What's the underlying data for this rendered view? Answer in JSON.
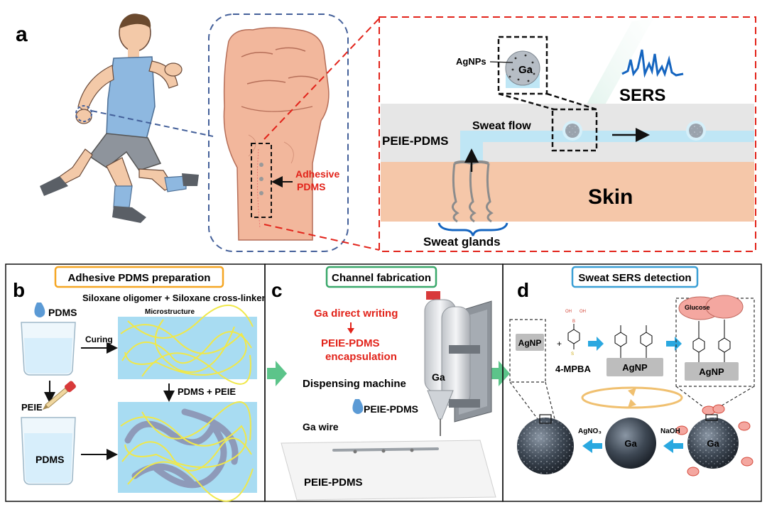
{
  "panel_a": {
    "letter": "a",
    "adhesive_label_1": "Adhesive",
    "adhesive_label_2": "PDMS",
    "agnps_label": "AgNPs",
    "ga_label": "Ga",
    "sers_label": "SERS",
    "peie_pdms_label": "PEIE-PDMS",
    "sweat_flow_label": "Sweat flow",
    "skin_label": "Skin",
    "sweat_glands_label": "Sweat glands"
  },
  "panel_b": {
    "letter": "b",
    "title": "Adhesive PDMS preparation",
    "subtitle": "Siloxane oligomer + Siloxane cross-linker",
    "pdms_drop_label": "PDMS",
    "microstructure_label": "Microstructure",
    "curing_label": "Curing",
    "peie_label": "PEIE",
    "pdms_peie_label": "PDMS + PEIE",
    "pdms_beaker_label": "PDMS"
  },
  "panel_c": {
    "letter": "c",
    "title": "Channel fabrication",
    "ga_writing_label": "Ga direct writing",
    "encapsulation_line_1": "PEIE-PDMS",
    "encapsulation_line_2": "encapsulation",
    "dispensing_label": "Dispensing machine",
    "ga_syringe_label": "Ga",
    "peie_pdms_drop_label": "PEIE-PDMS",
    "ga_wire_label": "Ga wire",
    "substrate_label": "PEIE-PDMS"
  },
  "panel_d": {
    "letter": "d",
    "title": "Sweat SERS detection",
    "agnp_label": "AgNP",
    "plus_label": "+",
    "mpba_label": "4-MPBA",
    "oh_label": "OH",
    "b_label": "B",
    "s_label": "S",
    "glucose_label": "Glucose",
    "agno3_label": "AgNO₃",
    "naoh_label": "NaOH",
    "ga_label": "Ga"
  },
  "colors": {
    "red_dash": "#e2231a",
    "blue_dash": "#44609a",
    "skin": "#f5c7a9",
    "pdms_gray": "#e6e6e6",
    "channel_blue": "#bfe6f5",
    "sers_blue": "#1565c0",
    "orange_title": "#f5a623",
    "green_title": "#3aa86b",
    "blue_title": "#3a9fd5",
    "green_arrow": "#5cc48a",
    "cyan_arrow": "#2aa8e0",
    "micro_bg": "#a8dcf2",
    "yellow_fiber": "#f0e84a"
  }
}
